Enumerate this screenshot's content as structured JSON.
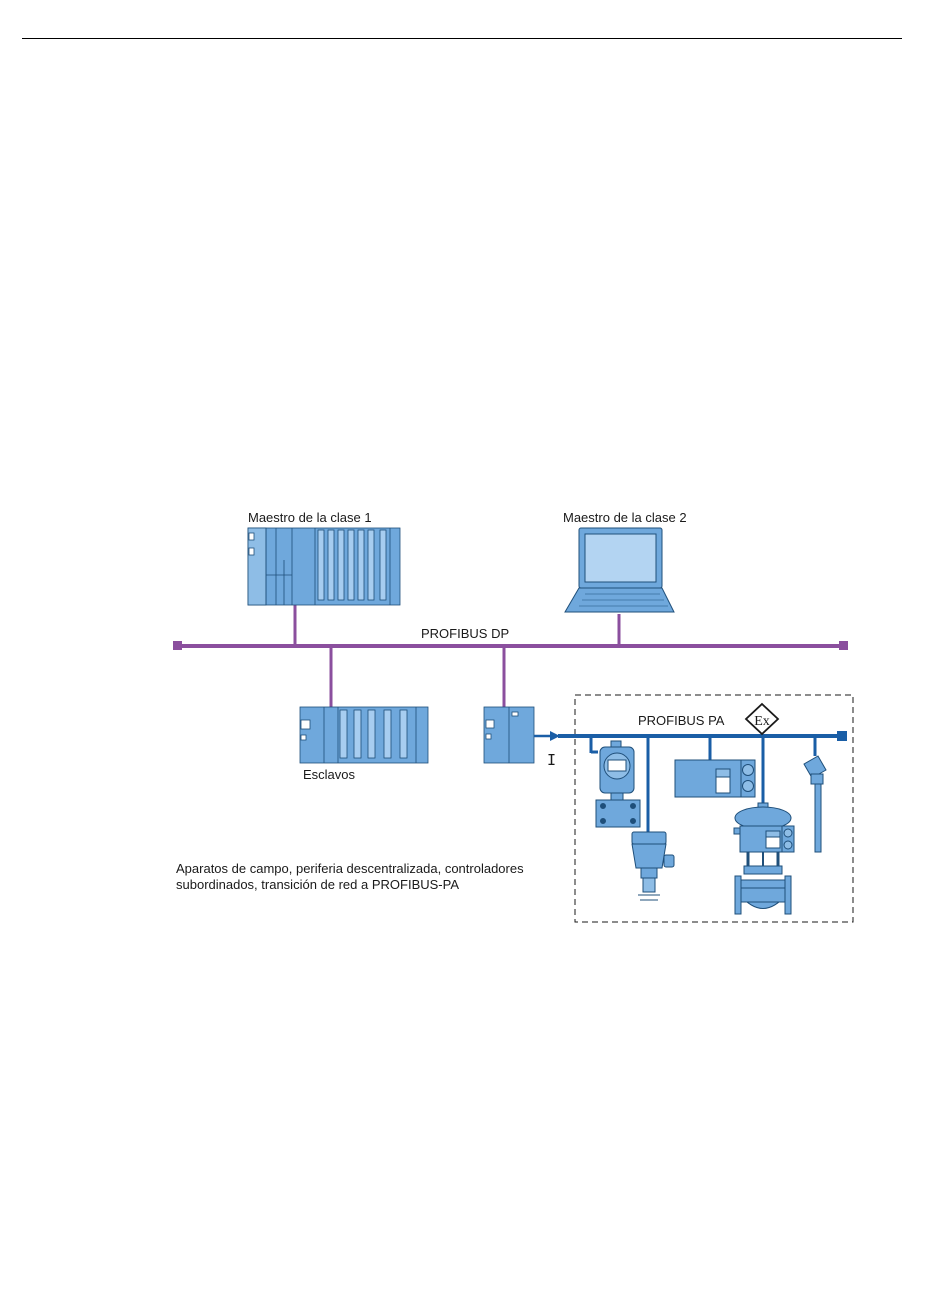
{
  "labels": {
    "master1": "Maestro de la clase 1",
    "master2": "Maestro de la clase 2",
    "profibus_dp": "PROFIBUS DP",
    "profibus_pa": "PROFIBUS PA",
    "slaves": "Esclavos",
    "ex_mark": "Ex",
    "coupler_mark": "I",
    "caption_line1": "Aparatos de campo, periferia descentralizada, controladores",
    "caption_line2": "subordinados, transición de red a PROFIBUS-PA"
  },
  "icons": {
    "master1": "plc-rack-icon",
    "master2": "laptop-icon",
    "slaves": "plc-rack-icon",
    "coupler": "dp-pa-coupler-icon",
    "ex": "explosion-protection-icon",
    "pressure_transmitter": "pressure-transmitter-icon",
    "level_transmitter": "level-transmitter-icon",
    "positioner": "positioner-icon",
    "control_valve": "control-valve-icon",
    "temperature_sensor": "temperature-sensor-icon"
  },
  "colors": {
    "dp_bus": "#8b4f9e",
    "pa_bus": "#1a5ea6",
    "device_fill": "#6fa8dc",
    "device_stroke": "#1f4f7a",
    "screen": "#b3d4f2"
  }
}
